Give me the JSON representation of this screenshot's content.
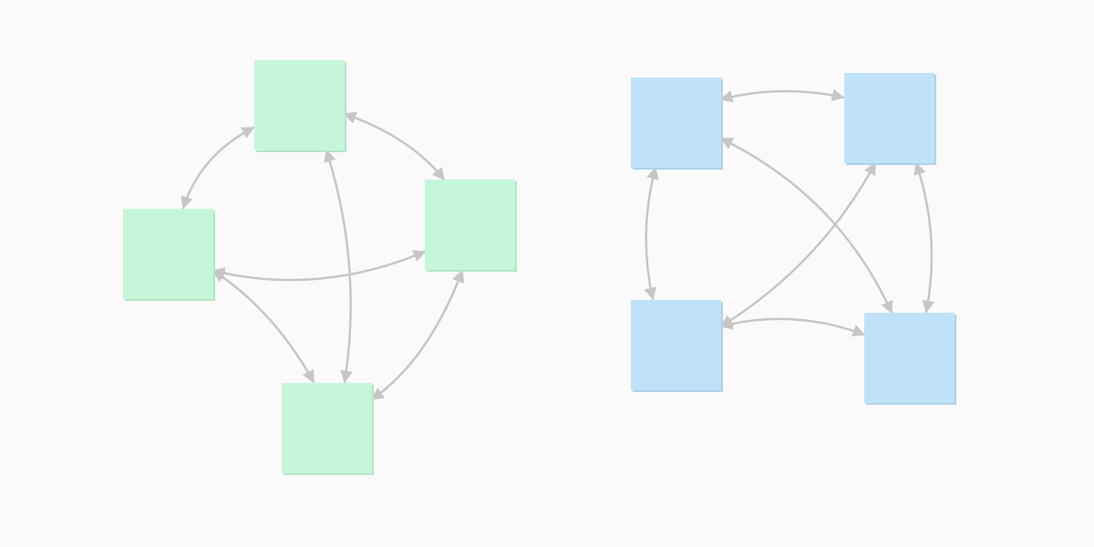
{
  "colors": {
    "background": "#fafafa",
    "left_node_fill": "#c6f6d9",
    "left_node_shadow": "#b3e6c7",
    "right_node_fill": "#c0e2f8",
    "right_node_shadow": "#aed2ec",
    "edge": "#c6c6c6"
  },
  "graphs": [
    {
      "id": "left-graph",
      "node_style": "green",
      "nodes": [
        "node-top",
        "node-left",
        "node-right",
        "node-bottom"
      ],
      "edges": [
        {
          "from": "node-top",
          "to": "node-left",
          "direction": "both"
        },
        {
          "from": "node-top",
          "to": "node-right",
          "direction": "both"
        },
        {
          "from": "node-top",
          "to": "node-bottom",
          "direction": "both"
        },
        {
          "from": "node-left",
          "to": "node-right",
          "direction": "both"
        },
        {
          "from": "node-left",
          "to": "node-bottom",
          "direction": "both"
        },
        {
          "from": "node-right",
          "to": "node-bottom",
          "direction": "both"
        }
      ]
    },
    {
      "id": "right-graph",
      "node_style": "blue",
      "nodes": [
        "node-top-left",
        "node-top-right",
        "node-bottom-left",
        "node-bottom-right"
      ],
      "edges": [
        {
          "from": "node-top-left",
          "to": "node-top-right",
          "direction": "both"
        },
        {
          "from": "node-top-left",
          "to": "node-bottom-left",
          "direction": "both"
        },
        {
          "from": "node-top-left",
          "to": "node-bottom-right",
          "direction": "both"
        },
        {
          "from": "node-top-right",
          "to": "node-bottom-left",
          "direction": "both"
        },
        {
          "from": "node-top-right",
          "to": "node-bottom-right",
          "direction": "both"
        },
        {
          "from": "node-bottom-left",
          "to": "node-bottom-right",
          "direction": "both"
        }
      ]
    }
  ]
}
